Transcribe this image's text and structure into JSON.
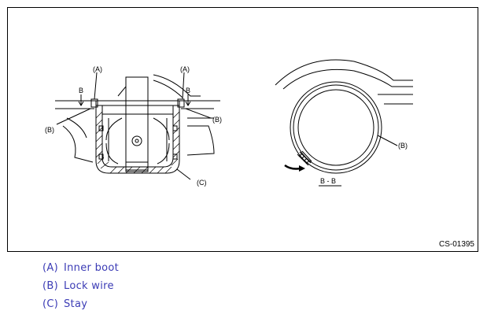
{
  "figure": {
    "id": "CS-01395",
    "labels": {
      "left_A1": "(A)",
      "left_A2": "(A)",
      "left_B1": "(B)",
      "left_B2": "(B)",
      "left_C": "(C)",
      "section_B1": "B",
      "section_B2": "B",
      "right_B": "(B)",
      "section_caption": "B - B"
    }
  },
  "legend": [
    {
      "code": "(A)",
      "text": "Inner boot"
    },
    {
      "code": "(B)",
      "text": "Lock wire"
    },
    {
      "code": "(C)",
      "text": "Stay"
    }
  ],
  "colors": {
    "legend_text": "#3b3bb5",
    "line": "#000000"
  }
}
